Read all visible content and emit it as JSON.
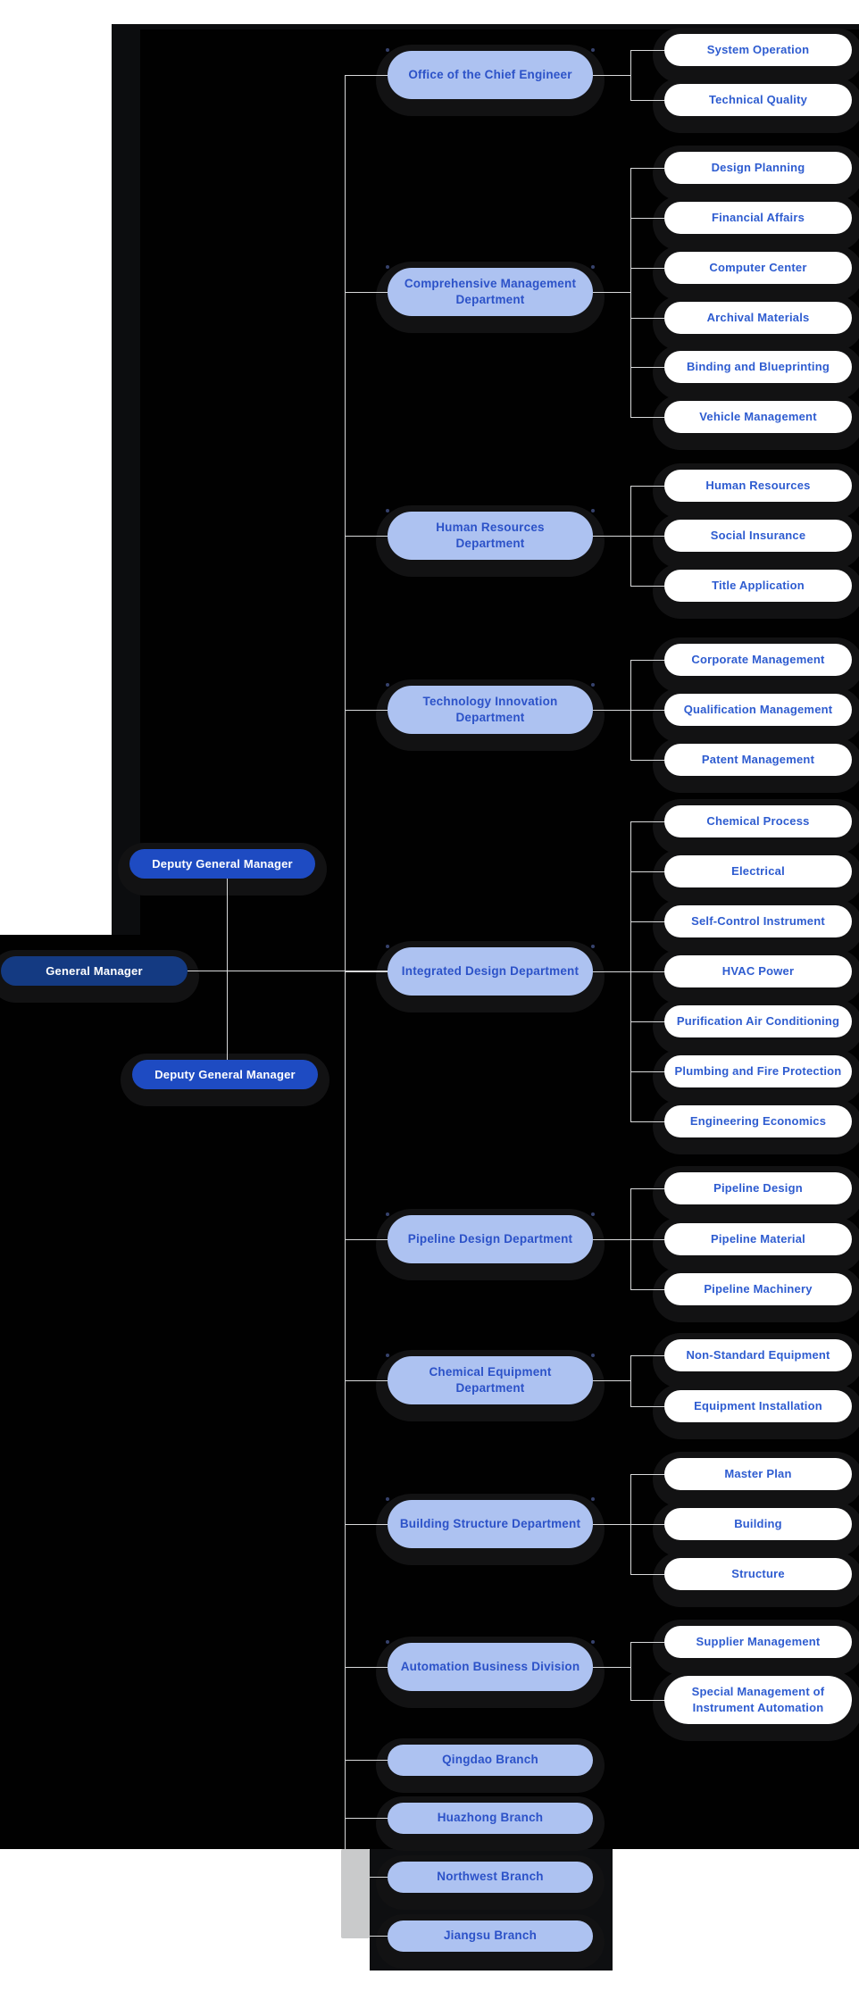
{
  "org_chart": {
    "general_manager": {
      "label": "General Manager"
    },
    "deputy_general_managers": [
      {
        "label": "Deputy General Manager"
      },
      {
        "label": "Deputy General Manager"
      }
    ],
    "departments": [
      {
        "label": "Office of the Chief Engineer",
        "children": [
          "System Operation",
          "Technical Quality"
        ]
      },
      {
        "label": "Comprehensive Management\nDepartment",
        "children": [
          "Design Planning",
          "Financial Affairs",
          "Computer Center",
          "Archival Materials",
          "Binding and Blueprinting",
          "Vehicle Management"
        ]
      },
      {
        "label": "Human Resources\nDepartment",
        "children": [
          "Human Resources",
          "Social Insurance",
          "Title Application"
        ]
      },
      {
        "label": "Technology Innovation\nDepartment",
        "children": [
          "Corporate Management",
          "Qualification Management",
          "Patent Management"
        ]
      },
      {
        "label": "Integrated Design Department",
        "children": [
          "Chemical Process",
          "Electrical",
          "Self-Control Instrument",
          "HVAC Power",
          "Purification Air Conditioning",
          "Plumbing and Fire Protection",
          "Engineering Economics"
        ]
      },
      {
        "label": "Pipeline Design Department",
        "children": [
          "Pipeline Design",
          "Pipeline Material",
          "Pipeline Machinery"
        ]
      },
      {
        "label": "Chemical Equipment\nDepartment",
        "children": [
          "Non-Standard Equipment",
          "Equipment Installation"
        ]
      },
      {
        "label": "Building Structure Department",
        "children": [
          "Master Plan",
          "Building",
          "Structure"
        ]
      },
      {
        "label": "Automation Business Division",
        "children": [
          "Supplier Management",
          "Special Management of\nInstrument Automation"
        ]
      },
      {
        "label": "Qingdao Branch",
        "children": []
      },
      {
        "label": "Huazhong Branch",
        "children": []
      },
      {
        "label": "Northwest Branch",
        "children": []
      },
      {
        "label": "Jiangsu Branch",
        "children": []
      }
    ]
  },
  "colors": {
    "canvas": "#010101",
    "canvas_edge": "#0c0d0f",
    "node_halo": "#121213",
    "manager_fill": "#143a82",
    "deputy_fill": "#1e4bc2",
    "department_fill": "#adc2f1",
    "department_text": "#2c52c8",
    "leaf_fill": "#ffffff",
    "leaf_text": "#2e5cd0",
    "manager_text": "#ffffff",
    "connector": "#d8d9da",
    "scrollbar_thumb": "#c9cacb"
  }
}
